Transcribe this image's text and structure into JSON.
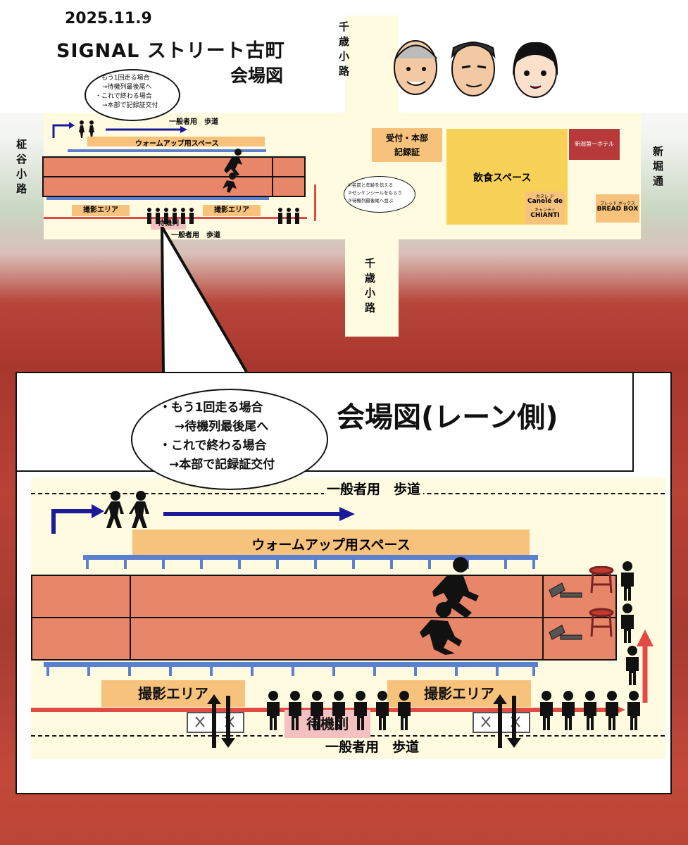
{
  "date": "2025.11.9",
  "title_line1": "SIGNAL ストリート古町",
  "title_line2": "会場図",
  "streets": {
    "chitose_top": "千歳小路",
    "chitose_bottom": "千歳小路",
    "kakiya": "柾谷小路",
    "shinbori": "新堀通"
  },
  "top_map": {
    "bubble_lines": [
      "・もう1回走る場合",
      "→待機列最後尾へ",
      "・これで終わる場合",
      "→本部で記録証交付"
    ],
    "sidewalk_top": "一般者用　歩道",
    "sidewalk_bottom": "一般者用　歩道",
    "warmup": "ウォームアップ用スペース",
    "photo_area_1": "撮影エリア",
    "photo_area_2": "撮影エリア",
    "waiting": "待機列",
    "reception": "受付・本部\n記録証",
    "reception_steps": [
      "①名前と年齢を伝える",
      "②ゼッケンシールをもらう",
      "③待機列最後尾へ並ぶ"
    ],
    "dining": "飲食スペース",
    "hotel": "新潟第一ホテル",
    "canele_ruby": "カヌレ ド",
    "canele": "Canelé de",
    "chianti_ruby": "キャンティ",
    "chianti": "CHIANTI",
    "breadbox_ruby": "ブレッド ボックス",
    "breadbox": "BREAD BOX"
  },
  "zoom": {
    "title": "会場図(レーン側)",
    "bubble_lines": [
      "・もう1回走る場合",
      "→待機列最後尾へ",
      "・これで終わる場合",
      "→本部で記録証交付"
    ],
    "sidewalk_top": "一般者用　歩道",
    "sidewalk_bottom": "一般者用　歩道",
    "warmup": "ウォームアップ用スペース",
    "photo_area_1": "撮影エリア",
    "photo_area_2": "撮影エリア",
    "waiting": "待機列"
  },
  "colors": {
    "lane": "#e8866a",
    "warmup": "#f6c27c",
    "waiting": "#f4c0c0",
    "road": "#fffbe0",
    "dining": "#f7d257",
    "hotel": "#b8393a",
    "arrow_blue": "#1a1a9a",
    "arrow_red": "#e24b43",
    "fence_blue": "#5b7fd1"
  },
  "icons": [
    "runner-icon",
    "walker-icon",
    "person-icon",
    "starting-block-icon",
    "stool-icon",
    "cross-icon",
    "face-illustration"
  ]
}
